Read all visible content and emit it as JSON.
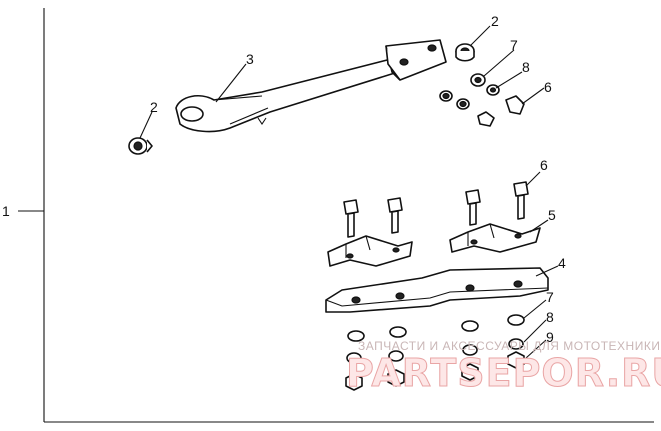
{
  "callouts": {
    "c1": "1",
    "c2_top": "2",
    "c2_left": "2",
    "c3": "3",
    "c4": "4",
    "c5": "5",
    "c6_top": "6",
    "c6_mid": "6",
    "c7_top": "7",
    "c7_bottom": "7",
    "c8_top": "8",
    "c8_bottom": "8",
    "c9": "9"
  },
  "watermark": {
    "subtitle": "ЗАПЧАСТИ И АКСЕССУАРЫ ДЛЯ МОТОТЕХНИКИ",
    "logo": "PARTSEPOR.RU"
  },
  "colors": {
    "line": "#111111",
    "background": "#ffffff",
    "watermark": "#e9a5a5"
  }
}
